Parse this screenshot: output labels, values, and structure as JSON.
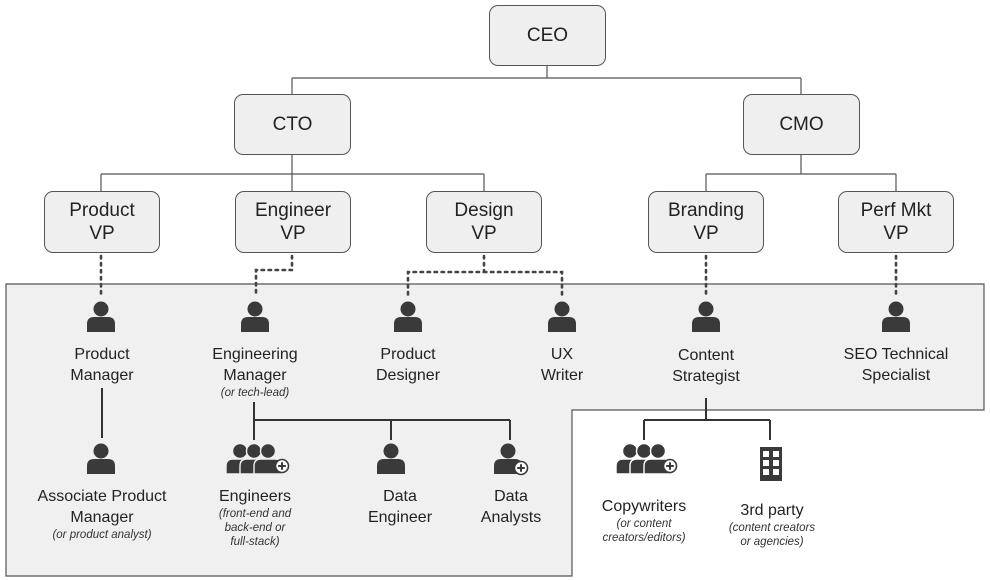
{
  "colors": {
    "line": "#555555",
    "box_fill": "#efefef",
    "panel_fill": "#f0f0f0",
    "icon": "#3a3a3a"
  },
  "nodes": {
    "ceo": {
      "l1": "CEO"
    },
    "cto": {
      "l1": "CTO"
    },
    "cmo": {
      "l1": "CMO"
    },
    "product_vp": {
      "l1": "Product",
      "l2": "VP"
    },
    "engineer_vp": {
      "l1": "Engineer",
      "l2": "VP"
    },
    "design_vp": {
      "l1": "Design",
      "l2": "VP"
    },
    "branding_vp": {
      "l1": "Branding",
      "l2": "VP"
    },
    "perf_vp": {
      "l1": "Perf Mkt",
      "l2": "VP"
    }
  },
  "people": {
    "product_manager": {
      "l1": "Product",
      "l2": "Manager",
      "icon": "person-icon"
    },
    "engineering_manager": {
      "l1": "Engineering",
      "l2": "Manager",
      "sub": "(or tech-lead)",
      "icon": "person-icon"
    },
    "product_designer": {
      "l1": "Product",
      "l2": "Designer",
      "icon": "person-icon"
    },
    "ux_writer": {
      "l1": "UX",
      "l2": "Writer",
      "icon": "person-icon"
    },
    "content_strategist": {
      "l1": "Content",
      "l2": "Strategist",
      "icon": "person-icon"
    },
    "seo_specialist": {
      "l1": "SEO Technical",
      "l2": "Specialist",
      "icon": "person-icon"
    },
    "associate_pm": {
      "l1": "Associate Product",
      "l2": "Manager",
      "sub": "(or product analyst)",
      "icon": "person-icon"
    },
    "engineers": {
      "l1": "Engineers",
      "sub1": "(front-end and",
      "sub2": "back-end or",
      "sub3": "full-stack)",
      "icon": "group-plus-icon"
    },
    "data_engineer": {
      "l1": "Data",
      "l2": "Engineer",
      "icon": "person-icon"
    },
    "data_analysts": {
      "l1": "Data",
      "l2": "Analysts",
      "icon": "person-plus-icon"
    },
    "copywriters": {
      "l1": "Copywriters",
      "sub1": "(or content",
      "sub2": "creators/editors)",
      "icon": "group-plus-icon"
    },
    "third_party": {
      "l1": "3rd party",
      "sub1": "(content creators",
      "sub2": "or agencies)",
      "icon": "building-icon"
    }
  }
}
